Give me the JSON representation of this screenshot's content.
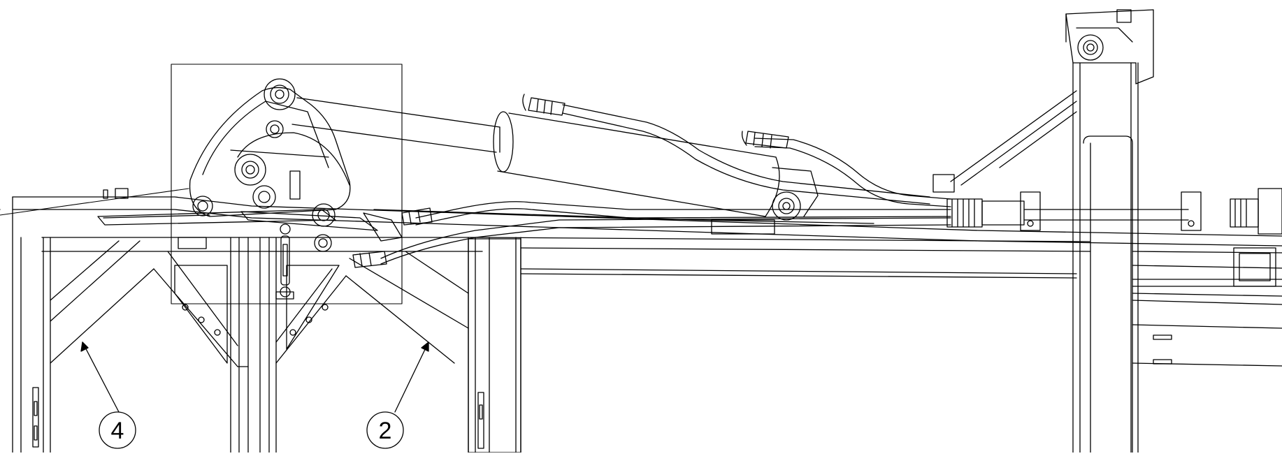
{
  "drawing": {
    "callouts": [
      {
        "id": "callout-4",
        "label": "4"
      },
      {
        "id": "callout-2",
        "label": "2"
      }
    ]
  }
}
